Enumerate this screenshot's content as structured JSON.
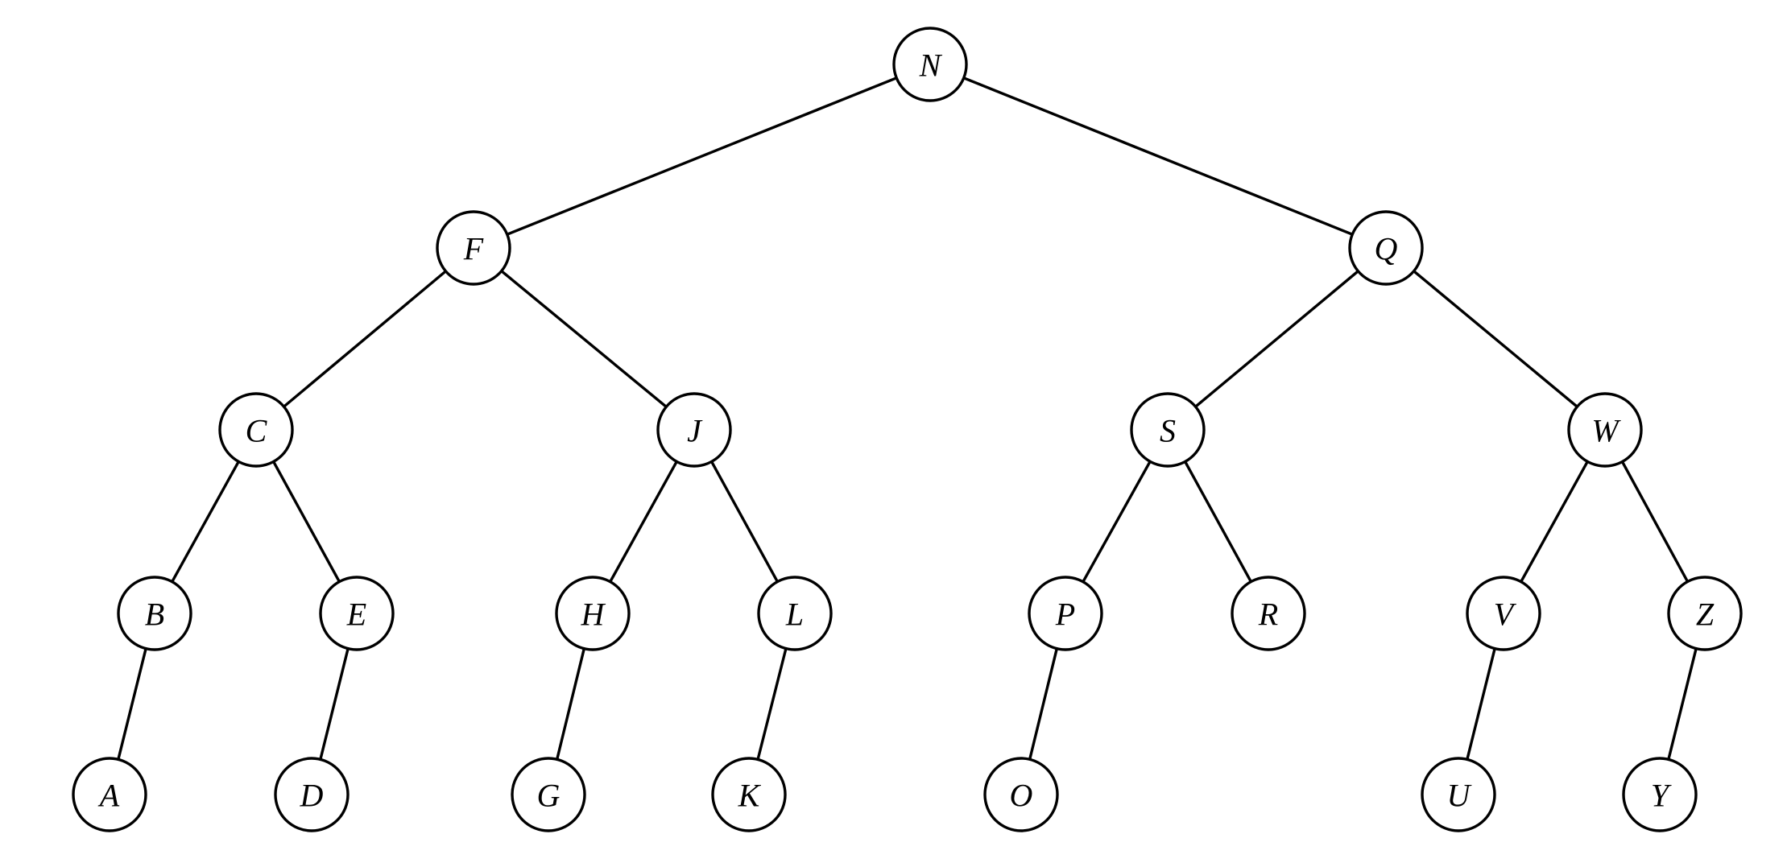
{
  "diagram": {
    "type": "binary-tree",
    "root": "N",
    "nodes": [
      {
        "id": "N",
        "label": "N",
        "parent": null
      },
      {
        "id": "F",
        "label": "F",
        "parent": "N"
      },
      {
        "id": "Q",
        "label": "Q",
        "parent": "N"
      },
      {
        "id": "C",
        "label": "C",
        "parent": "F"
      },
      {
        "id": "J",
        "label": "J",
        "parent": "F"
      },
      {
        "id": "S",
        "label": "S",
        "parent": "Q"
      },
      {
        "id": "W",
        "label": "W",
        "parent": "Q"
      },
      {
        "id": "B",
        "label": "B",
        "parent": "C"
      },
      {
        "id": "E",
        "label": "E",
        "parent": "C"
      },
      {
        "id": "H",
        "label": "H",
        "parent": "J"
      },
      {
        "id": "L",
        "label": "L",
        "parent": "J"
      },
      {
        "id": "P",
        "label": "P",
        "parent": "S"
      },
      {
        "id": "R",
        "label": "R",
        "parent": "S"
      },
      {
        "id": "V",
        "label": "V",
        "parent": "W"
      },
      {
        "id": "Z",
        "label": "Z",
        "parent": "W"
      },
      {
        "id": "A",
        "label": "A",
        "parent": "B"
      },
      {
        "id": "D",
        "label": "D",
        "parent": "E"
      },
      {
        "id": "G",
        "label": "G",
        "parent": "H"
      },
      {
        "id": "K",
        "label": "K",
        "parent": "L"
      },
      {
        "id": "O",
        "label": "O",
        "parent": "P"
      },
      {
        "id": "U",
        "label": "U",
        "parent": "V"
      },
      {
        "id": "Y",
        "label": "Y",
        "parent": "Z"
      }
    ]
  }
}
